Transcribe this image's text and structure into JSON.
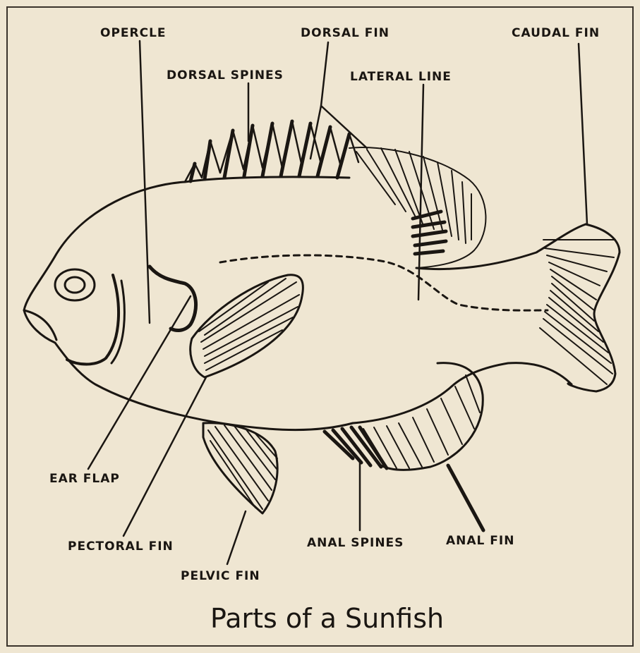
{
  "diagram": {
    "caption": "Parts of a Sunfish",
    "labels": {
      "opercle": "OPERCLE",
      "dorsal_spines": "DORSAL SPINES",
      "dorsal_fin": "DORSAL FIN",
      "lateral_line": "LATERAL LINE",
      "caudal_fin": "CAUDAL FIN",
      "ear_flap": "EAR FLAP",
      "pectoral_fin": "PECTORAL FIN",
      "pelvic_fin": "PELVIC FIN",
      "anal_spines": "ANAL SPINES",
      "anal_fin": "ANAL FIN"
    },
    "colors": {
      "paper": "#efe6d2",
      "ink": "#1a1612",
      "border": "#3a332b"
    }
  }
}
